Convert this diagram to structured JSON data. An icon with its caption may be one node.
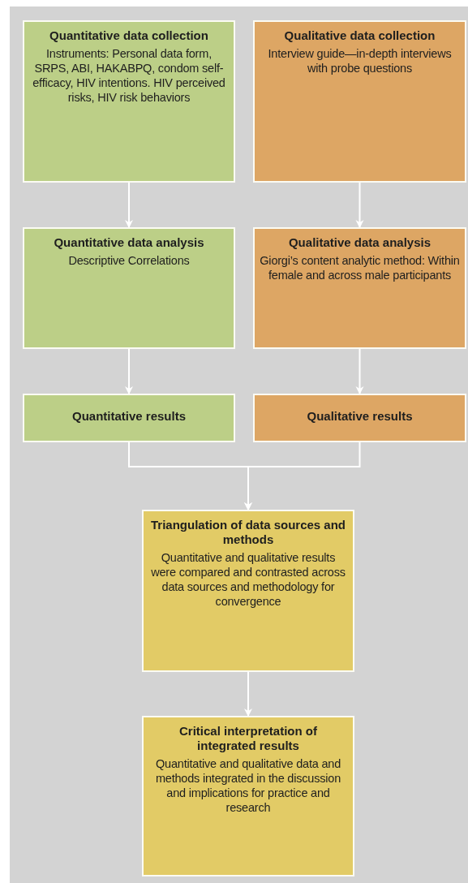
{
  "diagram": {
    "nodes": [
      {
        "text": [
          "Quantitative data collection",
          "Instruments: Personal data form, SRPS, ABI, HAKABPQ, condom self-efficacy, HIV intentions. HIV perceived risks, HIV risk behaviors"
        ]
      },
      {
        "text": [
          "Qualitative data collection",
          "Interview guide—in-depth interviews with probe questions"
        ]
      },
      {
        "text": [
          "Quantitative data analysis",
          "Descriptive Correlations"
        ]
      },
      {
        "text": [
          "Qualitative data analysis",
          "Giorgi’s content analytic method: Within female and across male participants"
        ]
      },
      {
        "text": [
          "Quantitative results"
        ]
      },
      {
        "text": [
          "Qualitative results"
        ]
      },
      {
        "text": [
          "Triangulation of data sources and methods",
          "Quantitative and qualitative results were compared and contrasted across data sources and methodology for convergence"
        ]
      },
      {
        "text": [
          "Critical interpretation of integrated results",
          "Quantitative and qualitative data and methods integrated in the discussion and implications for practice and research"
        ]
      }
    ],
    "edges": [
      {
        "from": 0,
        "to": 2,
        "arrow": "to"
      },
      {
        "from": 1,
        "to": 3,
        "arrow": "to"
      },
      {
        "from": 2,
        "to": 4,
        "arrow": "to"
      },
      {
        "from": 3,
        "to": 5,
        "arrow": "to"
      },
      {
        "from": 4,
        "to": 6,
        "arrow": "to"
      },
      {
        "from": 5,
        "to": 6,
        "arrow": "to"
      },
      {
        "from": 6,
        "to": 7,
        "arrow": "to"
      }
    ]
  }
}
